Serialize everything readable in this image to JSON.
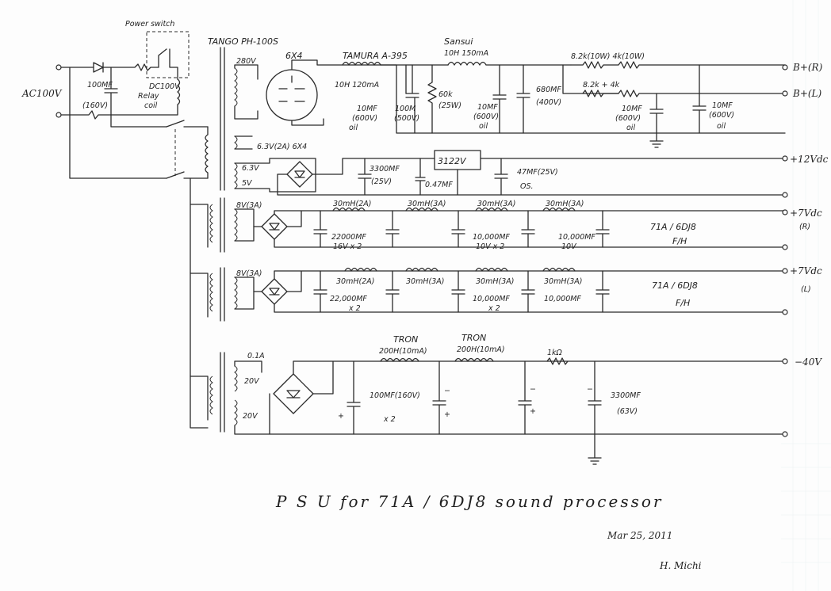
{
  "title": "P S U   for  71A / 6DJ8   sound processor",
  "date": "Mar 25, 2011",
  "author": "H. Michi",
  "mains": {
    "ac": "AC100V",
    "cap": "100MF",
    "cap_v": "(160V)",
    "relay_a": "DC100V",
    "relay_b": "Relay",
    "relay_c": "coil",
    "switch_label": "Power switch"
  },
  "transformer": "TANGO PH-100S",
  "hv": {
    "tap": "280V",
    "rect": "6X4",
    "choke1": "TAMURA A-395",
    "choke1_val": "10H 120mA",
    "c1a": "10MF",
    "c1b": "(600V)",
    "c1c": "oil",
    "c2a": "100M",
    "c2b": "(500V)",
    "r_bleed": "60k",
    "r_bleed_w": "(25W)",
    "choke2": "Sansui",
    "choke2_val": "10H 150mA",
    "c3a": "10MF",
    "c3b": "(600V)",
    "c3c": "oil",
    "c4a": "680MF",
    "c4b": "(400V)",
    "r_r": "8.2k(10W)  4k(10W)",
    "r_l": "8.2k + 4k",
    "c5a": "10MF",
    "c5b": "(600V)",
    "c5c": "oil",
    "c6a": "10MF",
    "c6b": "(600V)",
    "c6c": "oil",
    "out_r": "B+(R)",
    "out_l": "B+(L)"
  },
  "heater_rect": "6.3V(2A) 6X4",
  "v12": {
    "tap1": "6.3V",
    "tap2": "5V",
    "cap1a": "3300MF",
    "cap1b": "(25V)",
    "reg": "3122V",
    "cap2": "0.47MF",
    "cap3a": "47MF(25V)",
    "cap3b": "OS.",
    "out": "+12Vdc"
  },
  "v7r": {
    "tap": "8V(3A)",
    "choke1": "30mH(2A)",
    "choke2": "30mH(3A)",
    "choke3": "30mH(3A)",
    "choke4": "30mH(3A)",
    "cap1a": "22000MF",
    "cap1b": "16V x 2",
    "cap2a": "10,000MF",
    "cap2b": "10V x 2",
    "cap3a": "10,000MF",
    "cap3b": "10V",
    "load_a": "71A / 6DJ8",
    "load_b": "F/H",
    "out": "+7Vdc",
    "out_side": "(R)"
  },
  "v7l": {
    "tap": "8V(3A)",
    "choke1": "30mH(2A)",
    "choke2": "30mH(3A)",
    "choke3": "30mH(3A)",
    "choke4": "30mH(3A)",
    "cap1a": "22,000MF",
    "cap1b": "x 2",
    "cap2a": "10,000MF",
    "cap2b": "x 2",
    "cap3a": "10,000MF",
    "load_a": "71A / 6DJ8",
    "load_b": "F/H",
    "out": "+7Vdc",
    "out_side": "(L)"
  },
  "neg": {
    "tap_i": "0.1A",
    "tap_a": "20V",
    "tap_b": "20V",
    "ch1a": "TRON",
    "ch1b": "200H(10mA)",
    "ch2a": "TRON",
    "ch2b": "200H(10mA)",
    "cap1a": "100MF(160V)",
    "cap1b": "x 2",
    "cap2": "100MF(160V)",
    "res": "1kΩ",
    "cap3a": "3300MF",
    "cap3b": "(63V)",
    "plus": "+",
    "minus": "−",
    "out": "−40V"
  }
}
